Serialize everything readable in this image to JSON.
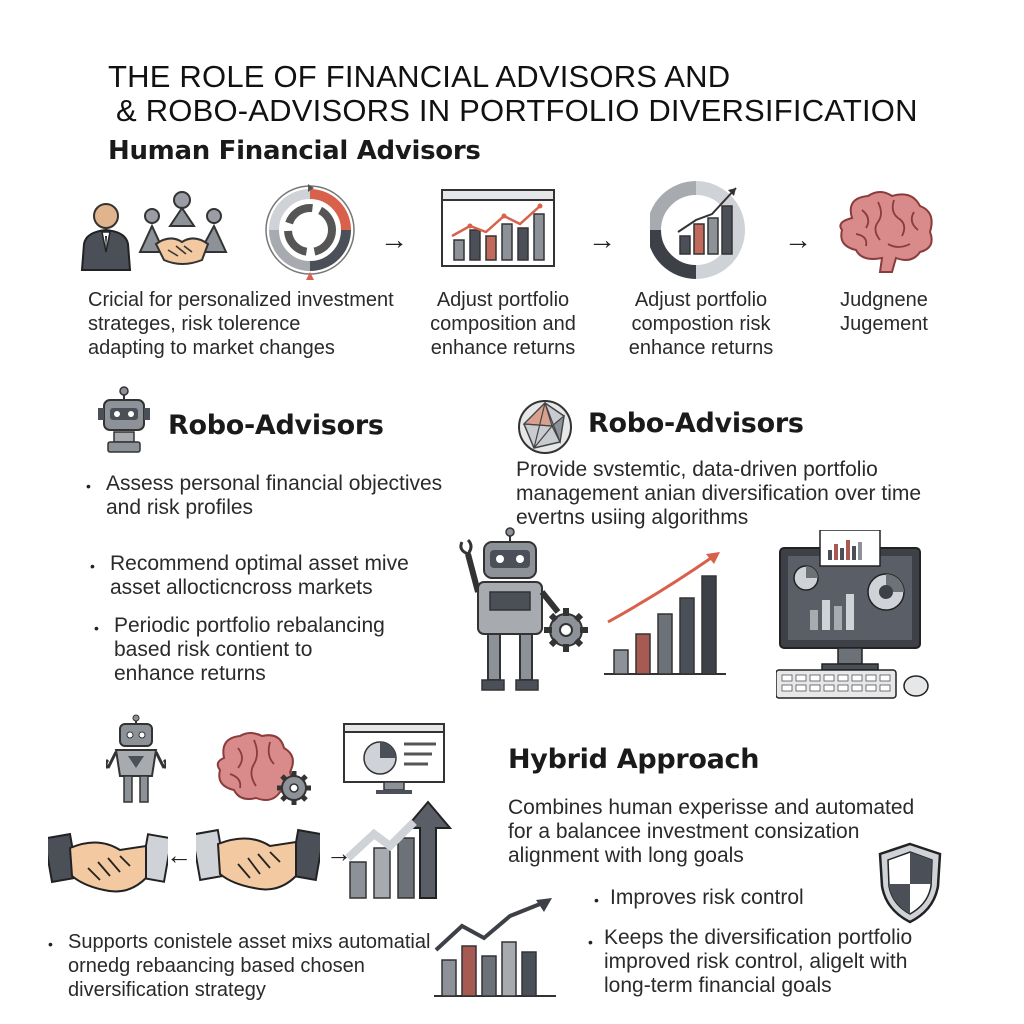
{
  "title": {
    "line1": "THE ROLE OF FINANCIAL ADVISORS AND",
    "line2": "& ROBO-ADVISORS IN PORTFOLIO DIVERSIFICATION"
  },
  "human": {
    "heading": "Human Financial Advisors",
    "captions": [
      [
        "Cricial for personalized investment",
        "strateges, risk tolerence",
        "adapting to market changes"
      ],
      [
        "Adjust portfolio",
        "composition and",
        "enhance returns"
      ],
      [
        "Adjust portfolio",
        "compostion risk",
        "enhance returns"
      ],
      [
        "Judgnene",
        "Jugement"
      ]
    ],
    "arrow": "→"
  },
  "robo_left": {
    "heading": "Robo-Advisors",
    "bullets": [
      [
        "Assess personal financial objectives",
        "and risk profiles"
      ],
      [
        "Recommend optimal asset mive",
        "asset allocticncross markets"
      ],
      [
        "Periodic portfolio rebalancing",
        "based risk contient to",
        "enhance returns"
      ]
    ],
    "bullet_char": "•"
  },
  "robo_right": {
    "heading": "Robo-Advisors",
    "text": [
      "Provide svstemtic, data-driven portfolio",
      "management anian diversification over time",
      "evertns usiing algorithms"
    ]
  },
  "hybrid": {
    "heading": "Hybrid Approach",
    "text": [
      "Combines human experisse and automated",
      "for a balancee investment consization",
      "alignment with long goals"
    ],
    "bullets": [
      [
        "Improves risk control"
      ],
      [
        "Keeps the diversification portfolio",
        "improved risk control, aligelt with",
        "long-term financial goals"
      ]
    ],
    "left_bullet": [
      "Supports conistele asset mixs automatial",
      "ornedg rebaancing based chosen",
      "diversification strategy"
    ],
    "arrow_left": "←",
    "arrow_right": "→"
  },
  "colors": {
    "accent_red": "#d9604a",
    "dark_gray": "#4b4f57",
    "mid_gray": "#8d9298",
    "brain_pink": "#d98a8a",
    "skin": "#f2c9a0"
  }
}
